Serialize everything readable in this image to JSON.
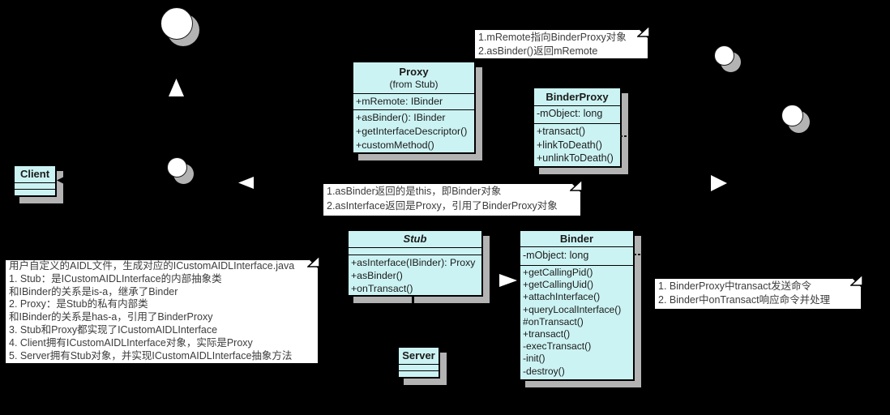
{
  "colors": {
    "background": "#000000",
    "class_fill": "#ccf3f3",
    "class_border": "#000000",
    "shadow": "#b3b3b3",
    "note_fill": "#ffffff",
    "note_text": "#3d3d3d",
    "class_text": "#1a1a1a"
  },
  "classes": {
    "client": {
      "name": "Client",
      "attributes": [],
      "methods": []
    },
    "proxy": {
      "name": "Proxy",
      "stereotype": "(from Stub)",
      "attributes": [
        "+mRemote: IBinder"
      ],
      "methods": [
        "+asBinder(): IBinder",
        "+getInterfaceDescriptor()",
        "+customMethod()"
      ]
    },
    "binderproxy": {
      "name": "BinderProxy",
      "attributes": [
        "-mObject: long"
      ],
      "methods": [
        "+transact()",
        "+linkToDeath()",
        "+unlinkToDeath()"
      ]
    },
    "stub": {
      "name": "Stub",
      "attributes": [],
      "methods": [
        "+asInterface(IBinder): Proxy",
        "+asBinder()",
        "+onTransact()"
      ]
    },
    "binder": {
      "name": "Binder",
      "attributes": [
        "-mObject: long"
      ],
      "methods": [
        "+getCallingPid()",
        "+getCallingUid()",
        "+attachInterface()",
        "+queryLocalInterface()",
        "#onTransact()",
        "+transact()",
        "-execTransact()",
        "-init()",
        "-destroy()"
      ]
    },
    "server": {
      "name": "Server",
      "attributes": [],
      "methods": []
    }
  },
  "notes": {
    "mremote": {
      "lines": [
        "1.mRemote指向BinderProxy对象",
        "2.asBinder()返回mRemote"
      ]
    },
    "asbinder": {
      "lines": [
        "1.asBinder返回的是this，即Binder对象",
        "2.asInterface返回是Proxy，引用了BinderProxy对象"
      ]
    },
    "aidl": {
      "lines": [
        "用户自定义的AIDL文件，生成对应的ICustomAIDLInterface.java",
        "1. Stub：是ICustomAIDLInterface的内部抽象类",
        "和IBinder的关系是is-a，继承了Binder",
        "2. Proxy：是Stub的私有内部类",
        "和IBinder的关系是has-a，引用了BinderProxy",
        "3. Stub和Proxy都实现了ICustomAIDLInterface",
        "4. Client拥有ICustomAIDLInterface对象，实际是Proxy",
        "5. Server拥有Stub对象，并实现ICustomAIDLInterface抽象方法"
      ]
    },
    "transact": {
      "lines": [
        "1. BinderProxy中transact发送命令",
        "2. Binder中onTransact响应命令并处理"
      ]
    }
  }
}
